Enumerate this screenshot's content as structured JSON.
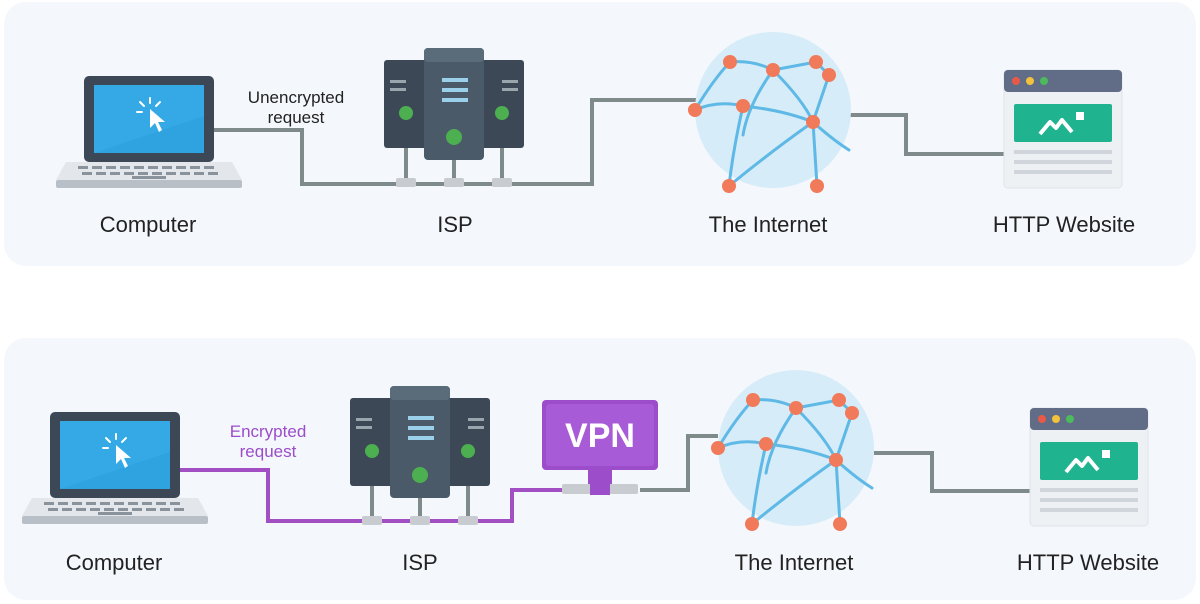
{
  "colors": {
    "plain_line": "#7f8a8a",
    "encrypted_line": "#a24fc4",
    "vpn_purple": "#9b4dca",
    "globe": "#d6ecf8",
    "globe_lines": "#5fb9e6",
    "node": "#f07a5a",
    "server_dark": "#3c4856",
    "server_mid": "#4a5a68",
    "screen_blue": "#2fa3e0",
    "web_green": "#1fb38f"
  },
  "unencrypted": {
    "computer_label": "Computer",
    "request_line1": "Unencrypted",
    "request_line2": "request",
    "isp_label": "ISP",
    "internet_label": "The Internet",
    "website_label": "HTTP Website"
  },
  "encrypted": {
    "computer_label": "Computer",
    "request_line1": "Encrypted",
    "request_line2": "request",
    "isp_label": "ISP",
    "vpn_label": "VPN",
    "internet_label": "The Internet",
    "website_label": "HTTP Website"
  }
}
